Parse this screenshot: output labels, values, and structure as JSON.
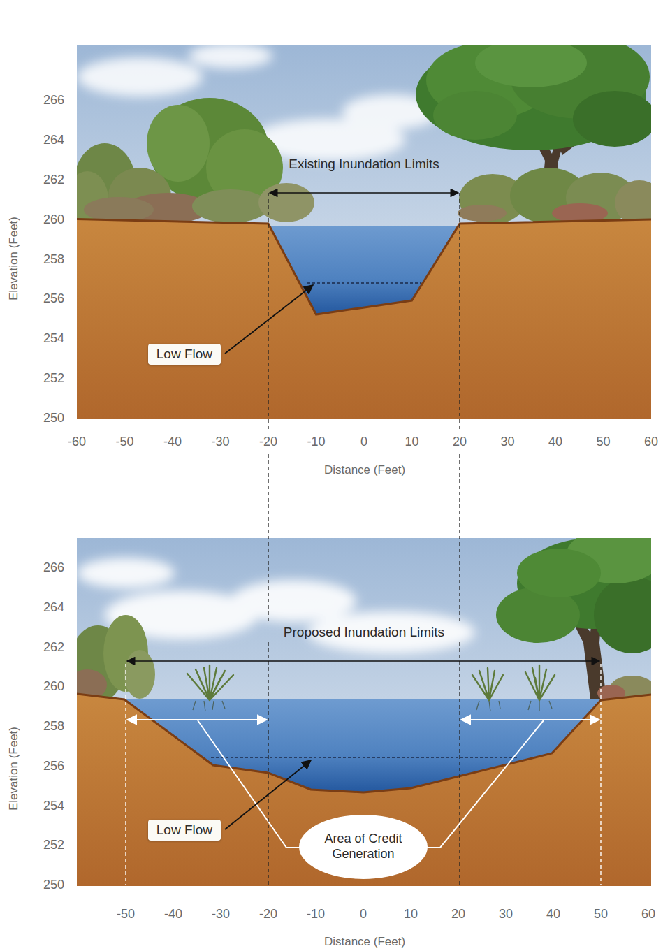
{
  "diagram": {
    "nodes": [
      {
        "text": [
          "Low Flow"
        ]
      },
      {
        "text": [
          "Low Flow"
        ]
      },
      {
        "text": [
          "Area of Credit Generation"
        ]
      }
    ],
    "labels": [
      "266",
      "264",
      "262",
      "260",
      "258",
      "256",
      "254",
      "252",
      "250",
      "Elevation (Feet)",
      "-60",
      "-50",
      "-40",
      "-30",
      "-20",
      "-10",
      "0",
      "10",
      "20",
      "30",
      "40",
      "50",
      "60",
      "Distance (Feet)",
      "Existing Inundation Limits",
      "266",
      "264",
      "262",
      "260",
      "258",
      "256",
      "254",
      "252",
      "250",
      "Elevation (Feet)",
      "Proposed Inundation Limits",
      "-50",
      "-40",
      "-30",
      "-20",
      "-10",
      "0",
      "10",
      "20",
      "30",
      "40",
      "50",
      "60",
      "Distance (Feet)"
    ]
  }
}
